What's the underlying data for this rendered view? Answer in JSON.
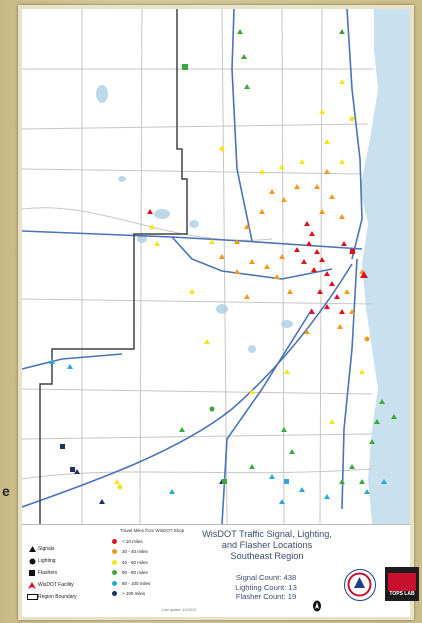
{
  "background": {
    "partial_label": "e"
  },
  "map": {
    "title_line1": "WisDOT Traffic Signal, Lighting,",
    "title_line2": "and Flasher Locations",
    "title_line3": "Southeast Region",
    "signal_count": "Signal Count: 438",
    "lighting_count": "Lighting Count: 13",
    "flasher_count": "Flasher Count: 19",
    "last_update": "Last update: 4/4/2013"
  },
  "legend": {
    "symbols": [
      {
        "label": "Signals",
        "icon": "triangle-icon"
      },
      {
        "label": "Lighting",
        "icon": "circle-icon"
      },
      {
        "label": "Flashers",
        "icon": "square-icon"
      },
      {
        "label": "WisDOT Facility",
        "icon": "facility-icon"
      },
      {
        "label": "Region Boundary",
        "icon": "boundary-box-icon"
      }
    ],
    "travel_title": "Travel Miles from WisDOT Shop",
    "travel_classes": [
      {
        "label": "< 10 miles",
        "color": "#e0101e"
      },
      {
        "label": "20 - 40 miles",
        "color": "#f39a1c"
      },
      {
        "label": "40 - 60 miles",
        "color": "#f4e51c"
      },
      {
        "label": "60 - 80 miles",
        "color": "#3aa83a"
      },
      {
        "label": "80 - 100 miles",
        "color": "#2aa9d6"
      },
      {
        "label": "> 100 miles",
        "color": "#1f2d6b"
      }
    ]
  },
  "logos": {
    "dot_logo_text": "TOPS LAB"
  }
}
